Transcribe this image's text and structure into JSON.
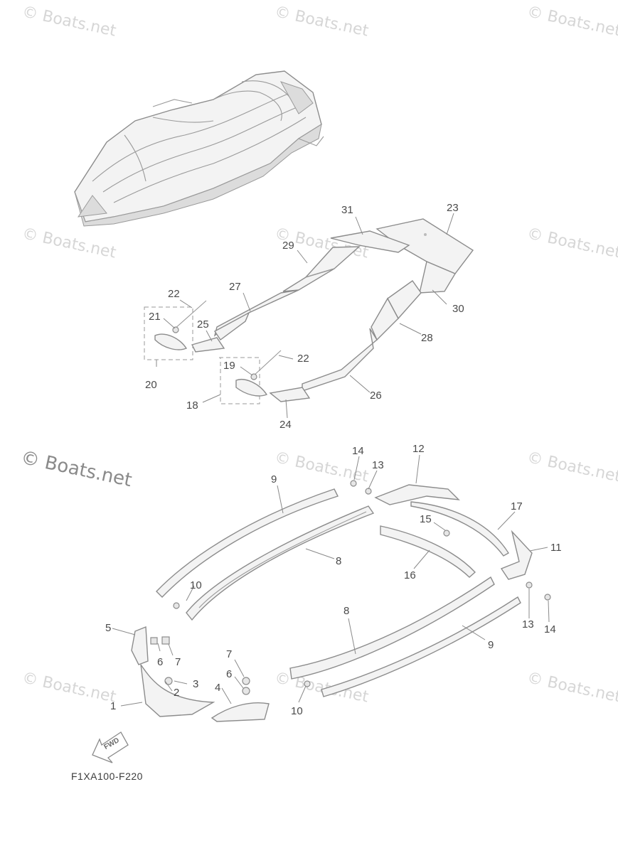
{
  "watermark": "© Boats.net",
  "diagram_code": "F1XA100-F220",
  "arrow_label": "FWD",
  "callouts": {
    "c1": "1",
    "c2": "2",
    "c3": "3",
    "c4": "4",
    "c5": "5",
    "c6a": "6",
    "c6b": "6",
    "c7a": "7",
    "c7b": "7",
    "c8a": "8",
    "c8b": "8",
    "c9a": "9",
    "c9b": "9",
    "c10a": "10",
    "c10b": "10",
    "c11": "11",
    "c12": "12",
    "c13a": "13",
    "c13b": "13",
    "c14a": "14",
    "c14b": "14",
    "c15": "15",
    "c16": "16",
    "c17": "17",
    "c18": "18",
    "c19": "19",
    "c20": "20",
    "c21": "21",
    "c22a": "22",
    "c22b": "22",
    "c23": "23",
    "c24": "24",
    "c25": "25",
    "c26": "26",
    "c27": "27",
    "c28": "28",
    "c29": "29",
    "c30": "30",
    "c31": "31"
  }
}
